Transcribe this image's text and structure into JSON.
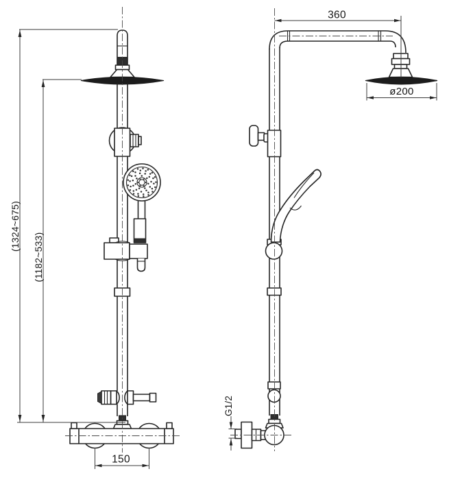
{
  "page": {
    "background_color": "#ffffff",
    "line_color": "#242424"
  },
  "drawing": {
    "front_view": {
      "dim_overall_height": "(1324~675)",
      "dim_upper_height": "(1182~533)",
      "dim_inlet_spacing": "150"
    },
    "side_view": {
      "dim_arm_offset": "360",
      "dim_head_diameter": "ø200",
      "dim_thread": "G1/2"
    }
  }
}
